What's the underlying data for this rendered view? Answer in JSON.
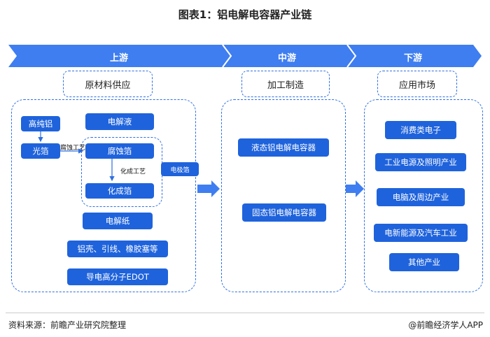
{
  "title": "图表1：铝电解电容器产业链",
  "stages": [
    {
      "label": "上游",
      "header": "原材料供应"
    },
    {
      "label": "中游",
      "header": "加工制造"
    },
    {
      "label": "下游",
      "header": "应用市场"
    }
  ],
  "upstream": {
    "raw_aluminum": "高纯铝",
    "foil": "光箔",
    "electrolyte": "电解液",
    "etched_foil": "腐蚀箔",
    "formed_foil": "化成箔",
    "electrolytic_paper": "电解纸",
    "shell_parts": "铝壳、引线、橡胶塞等",
    "edot": "导电高分子EDOT",
    "etching_process": "腐蚀工艺",
    "formation_process": "化成工艺",
    "electrode_foil": "电极箔"
  },
  "midstream": {
    "liquid_capacitor": "液态铝电解电容器",
    "solid_capacitor": "固态铝电解电容器"
  },
  "downstream": {
    "items": [
      "消费类电子",
      "工业电源及照明产业",
      "电脑及周边产业",
      "电新能源及汽车工业",
      "其他产业"
    ]
  },
  "footer": {
    "source": "资料来源：前瞻产业研究院整理",
    "brand": "@前瞻经济学人APP"
  },
  "colors": {
    "accent": "#1f63dc",
    "arrow": "#2f6fe0",
    "dash": "#2f6fe0"
  }
}
